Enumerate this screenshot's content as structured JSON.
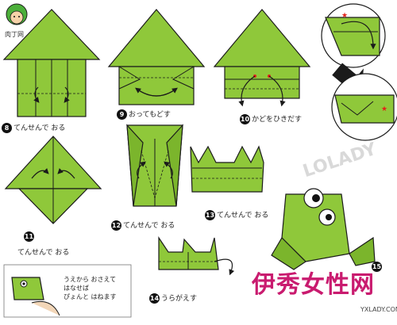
{
  "site": {
    "logo_text": "肉丁网"
  },
  "steps": [
    {
      "num": "8",
      "text": "てんせんで おる"
    },
    {
      "num": "9",
      "text": "おってもどす"
    },
    {
      "num": "10",
      "text": "かどをひきだす"
    },
    {
      "num": "11",
      "text": "てんせんで おる"
    },
    {
      "num": "12",
      "text": "てんせんで おる"
    },
    {
      "num": "13",
      "text": "てんせんで おる"
    },
    {
      "num": "14",
      "text": "うらがえす"
    },
    {
      "num": "15",
      "text": ""
    }
  ],
  "note": {
    "line1": "うえから おさえて",
    "line2": "はなせば",
    "line3": "ぴょんと はねます"
  },
  "watermark": {
    "brand": "伊秀女性网",
    "url": "YXLADY.COM",
    "faint": "LOLADY"
  },
  "colors": {
    "paper": "#8fc83a",
    "outline": "#1b1b1b",
    "red_mark": "#e2231a"
  }
}
